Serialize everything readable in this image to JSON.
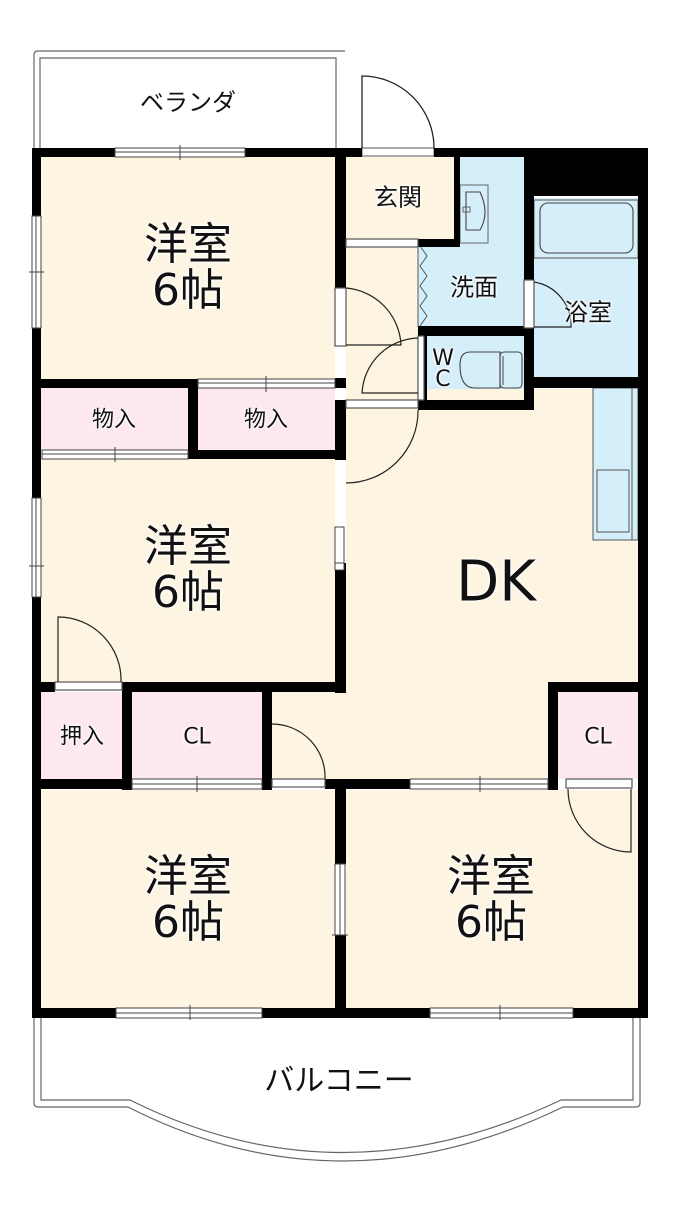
{
  "floorplan": {
    "colors": {
      "room": "#fdf5e2",
      "storage": "#fde8f0",
      "wet": "#d4eefa",
      "wall": "#000000",
      "outdoor": "#ffffff"
    },
    "rooms": [
      {
        "id": "veranda",
        "label": "ベランダ"
      },
      {
        "id": "youshitsu_1",
        "label_line1": "洋室",
        "label_line2": "6帖"
      },
      {
        "id": "genkan",
        "label": "玄関"
      },
      {
        "id": "senmen",
        "label": "洗面"
      },
      {
        "id": "yokushitsu",
        "label": "浴室"
      },
      {
        "id": "wc",
        "label_line1": "W",
        "label_line2": "C"
      },
      {
        "id": "monoire_1",
        "label": "物入"
      },
      {
        "id": "monoire_2",
        "label": "物入"
      },
      {
        "id": "youshitsu_2",
        "label_line1": "洋室",
        "label_line2": "6帖"
      },
      {
        "id": "dk",
        "label": "DK"
      },
      {
        "id": "oshiire",
        "label": "押入"
      },
      {
        "id": "cl_1",
        "label": "CL"
      },
      {
        "id": "cl_2",
        "label": "CL"
      },
      {
        "id": "youshitsu_3",
        "label_line1": "洋室",
        "label_line2": "6帖"
      },
      {
        "id": "youshitsu_4",
        "label_line1": "洋室",
        "label_line2": "6帖"
      },
      {
        "id": "balcony",
        "label": "バルコニー"
      }
    ]
  }
}
